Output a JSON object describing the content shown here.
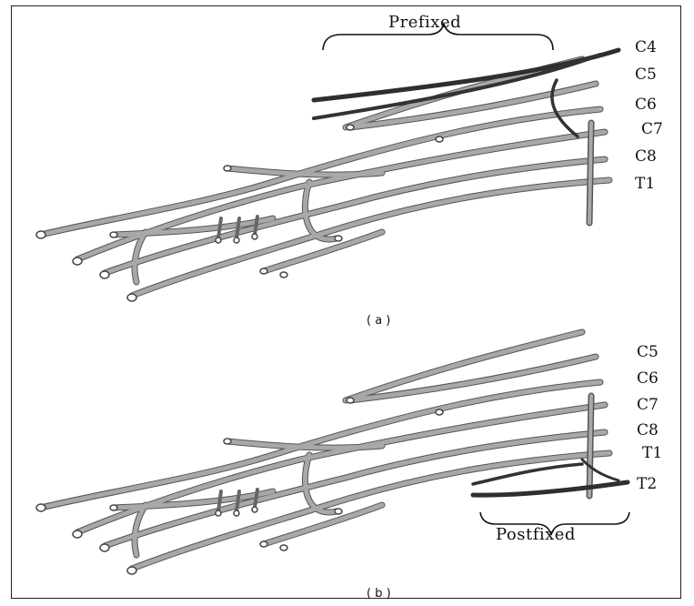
{
  "panel_a": {
    "label": "( a )",
    "brace_label": "Prefixed",
    "roots": [
      "C4",
      "C5",
      "C6",
      "C7",
      "C8",
      "T1"
    ]
  },
  "panel_b": {
    "label": "( b )",
    "brace_label": "Postfixed",
    "roots": [
      "C5",
      "C6",
      "C7",
      "C8",
      "T1",
      "T2"
    ]
  },
  "colors": {
    "nerve": "#9a9a9a",
    "nerve_edge": "#555555",
    "highlight": "#333333",
    "frame": "#222222"
  }
}
